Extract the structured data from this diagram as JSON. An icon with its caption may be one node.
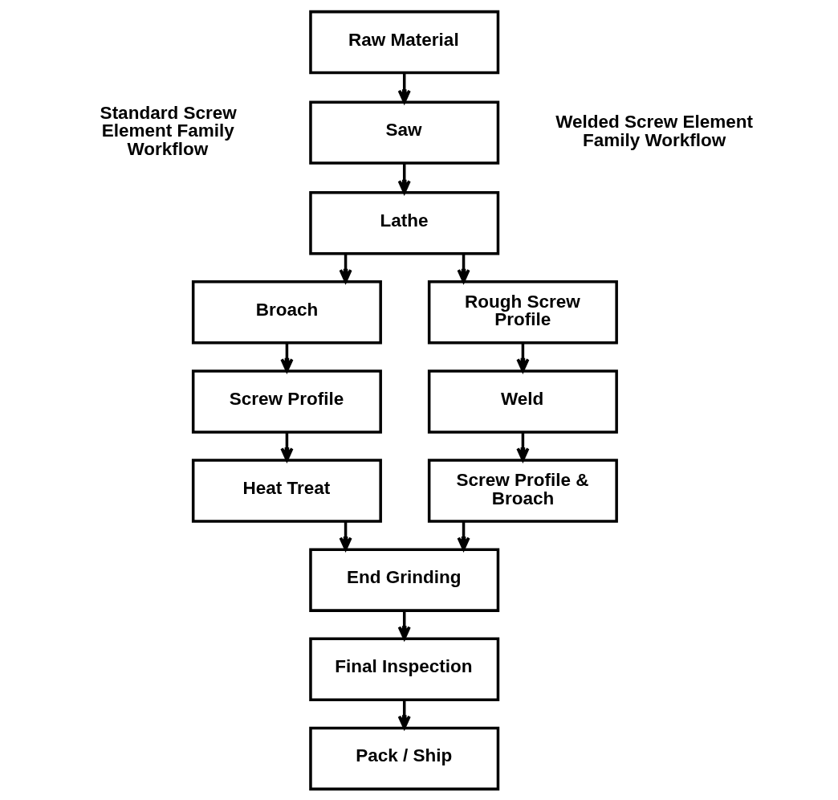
{
  "diagram": {
    "nodes": [
      {
        "text": [
          "Raw Material"
        ]
      },
      {
        "text": [
          "Saw"
        ]
      },
      {
        "text": [
          "Lathe"
        ]
      },
      {
        "text": [
          "Broach"
        ]
      },
      {
        "text": [
          "Screw Profile"
        ]
      },
      {
        "text": [
          "Heat Treat"
        ]
      },
      {
        "text": [
          "Rough Screw Profile"
        ]
      },
      {
        "text": [
          "Weld"
        ]
      },
      {
        "text": [
          "Screw Profile & Broach"
        ]
      },
      {
        "text": [
          "End Grinding"
        ]
      },
      {
        "text": [
          "Final Inspection"
        ]
      },
      {
        "text": [
          "Pack / Ship"
        ]
      }
    ],
    "edges": [
      {
        "from": 0,
        "to": 1,
        "arrow": "to"
      },
      {
        "from": 1,
        "to": 2,
        "arrow": "to"
      },
      {
        "from": 2,
        "to": 3,
        "arrow": "to"
      },
      {
        "from": 2,
        "to": 6,
        "arrow": "to"
      },
      {
        "from": 3,
        "to": 4,
        "arrow": "to"
      },
      {
        "from": 4,
        "to": 5,
        "arrow": "to"
      },
      {
        "from": 6,
        "to": 7,
        "arrow": "to"
      },
      {
        "from": 7,
        "to": 8,
        "arrow": "to"
      },
      {
        "from": 5,
        "to": 9,
        "arrow": "to"
      },
      {
        "from": 8,
        "to": 9,
        "arrow": "to"
      },
      {
        "from": 9,
        "to": 10,
        "arrow": "to"
      },
      {
        "from": 10,
        "to": 11,
        "arrow": "to"
      }
    ],
    "labels": [
      "Standard Screw Element Family Workflow",
      "Welded Screw Element Family Workflow"
    ]
  }
}
